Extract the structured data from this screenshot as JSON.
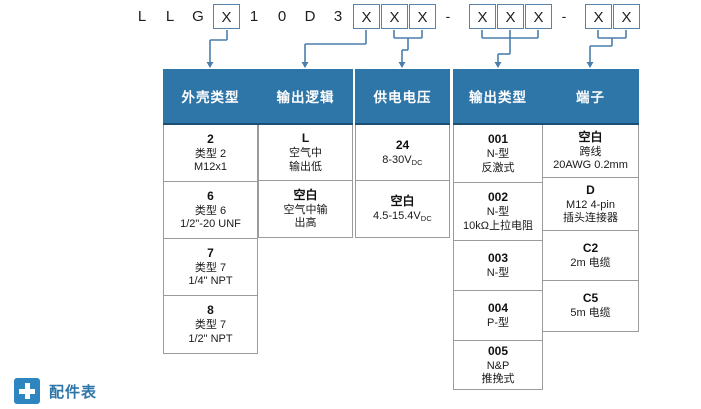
{
  "part_code": {
    "chars": [
      {
        "text": "L",
        "boxed": false
      },
      {
        "text": "L",
        "boxed": false
      },
      {
        "text": "G",
        "boxed": false
      },
      {
        "text": "X",
        "boxed": true
      },
      {
        "text": "1",
        "boxed": false
      },
      {
        "text": "0",
        "boxed": false
      },
      {
        "text": "D",
        "boxed": false
      },
      {
        "text": "3",
        "boxed": false
      },
      {
        "text": "X",
        "boxed": true
      },
      {
        "text": "X",
        "boxed": true
      },
      {
        "text": "X",
        "boxed": true
      },
      {
        "text": "-",
        "boxed": false
      },
      {
        "text": "X",
        "boxed": true
      },
      {
        "text": "X",
        "boxed": true
      },
      {
        "text": "X",
        "boxed": true
      },
      {
        "text": "-",
        "boxed": false
      },
      {
        "text": "X",
        "boxed": true
      },
      {
        "text": "X",
        "boxed": true
      }
    ]
  },
  "columns": [
    {
      "id": "housing-type",
      "header": "外壳类型",
      "rows": [
        {
          "code": "2",
          "desc": "类型 2\nM12x1"
        },
        {
          "code": "6",
          "desc": "类型 6\n1/2\"-20 UNF"
        },
        {
          "code": "7",
          "desc": "类型 7\n1/4\" NPT"
        },
        {
          "code": "8",
          "desc": "类型 7\n1/2\" NPT"
        }
      ]
    },
    {
      "id": "output-logic",
      "header": "输出逻辑",
      "rows": [
        {
          "code": "L",
          "desc": "空气中\n输出低"
        },
        {
          "code": "空白",
          "desc": "空气中输\n出高"
        }
      ]
    },
    {
      "id": "supply-voltage",
      "header": "供电电压",
      "rows": [
        {
          "code": "24",
          "desc": "8-30V",
          "sub": "DC"
        },
        {
          "code": "空白",
          "desc": "4.5-15.4V",
          "sub": "DC"
        }
      ]
    },
    {
      "id": "output-type",
      "header": "输出类型",
      "rows": [
        {
          "code": "001",
          "desc": "N-型\n反激式"
        },
        {
          "code": "002",
          "desc": "N-型\n10kΩ上拉电阻"
        },
        {
          "code": "003",
          "desc": "N-型"
        },
        {
          "code": "004",
          "desc": "P-型"
        },
        {
          "code": "005",
          "desc": "N&P\n推挽式"
        }
      ]
    },
    {
      "id": "terminal",
      "header": "端子",
      "rows": [
        {
          "code": "空白",
          "desc": "跨线\n20AWG 0.2mm"
        },
        {
          "code": "D",
          "desc": "M12 4-pin\n插头连接器"
        },
        {
          "code": "C2",
          "desc": "2m 电缆"
        },
        {
          "code": "C5",
          "desc": "5m 电缆"
        }
      ]
    }
  ],
  "footer": {
    "label": "配件表",
    "icon": "plus-icon"
  },
  "colors": {
    "header_blue": "#2e75a8",
    "header_border": "#1b4f73",
    "wire_blue": "#4a7fab",
    "accent": "#2e86c1",
    "cell_border": "#9b9b9b"
  }
}
